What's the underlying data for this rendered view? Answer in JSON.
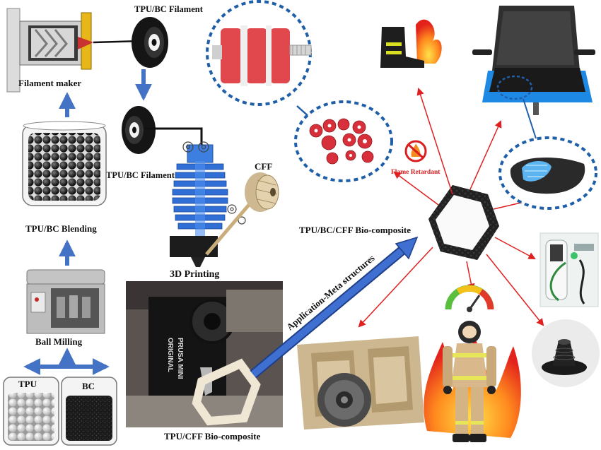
{
  "labels": {
    "tpu_bc_filament_top": "TPU/BC Filament",
    "filament_maker": "Filament maker",
    "tpu_bc_filament_mid": "TPU/BC Filament",
    "tpu_bc_blending": "TPU/BC Blending",
    "ball_milling": "Ball Milling",
    "tpu": "TPU",
    "bc": "BC",
    "cff": "CFF",
    "printing_3d": "3D Printing",
    "tpu_cff_biocomposite": "TPU/CFF Bio-composite",
    "tpu_bc_cff_biocomposite": "TPU/BC/CFF Bio-composite",
    "application_meta": "Application-Meta structures",
    "flame_retardant": "Flame Retardant",
    "printer_brand_1": "ORIGINAL",
    "printer_brand_2": "PRUSA MINI"
  },
  "colors": {
    "process_arrow": "#4472C4",
    "application_arrow": "#E02020",
    "dashed_circle": "#1F5FA8",
    "flame_text": "#D81E1E",
    "hotend": "#2F6FD6",
    "rubber": "#E0484E"
  },
  "icons": {
    "extruder": "filament-extruder-icon",
    "spool": "filament-spool-icon",
    "blending_jar": "glass-jar-icon",
    "ball_mill": "ball-mill-icon",
    "hotend": "hotend-nozzle-icon",
    "cff_spool": "fiber-spool-icon",
    "hex_part": "hexagon-part-icon",
    "damper": "rubber-damper-icon",
    "boot": "fire-boot-icon",
    "no_fire": "no-fire-icon",
    "chair": "office-chair-icon",
    "cushion": "gel-cushion-icon",
    "charger": "ev-charger-icon",
    "boot_seal": "rubber-boot-seal-icon",
    "firefighter": "firefighter-icon",
    "clutch": "clutch-plate-icon",
    "gauge": "gauge-icon"
  }
}
